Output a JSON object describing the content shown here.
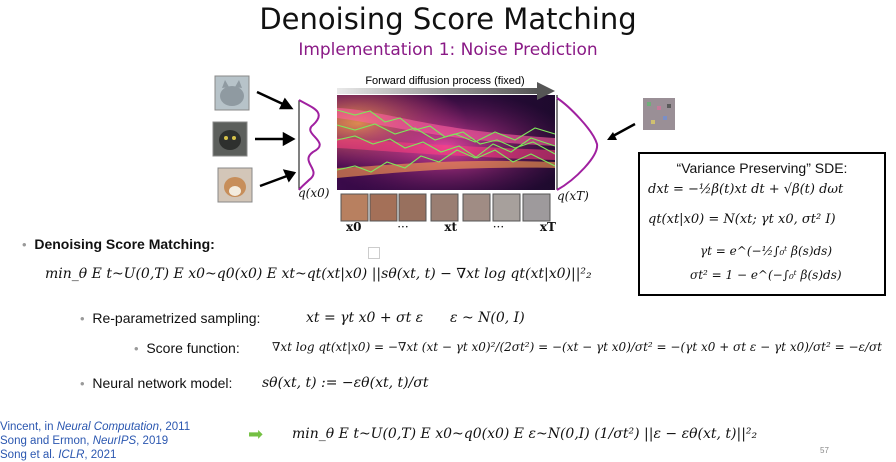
{
  "slide": {
    "title": "Denoising Score Matching",
    "subtitle": "Implementation 1: Noise Prediction",
    "page_number": "57"
  },
  "diagram": {
    "banner_label": "Forward diffusion process (fixed)",
    "q_x0": "q(x0)",
    "q_xT": "q(xT)",
    "strip_labels": [
      "x0",
      "···",
      "xt",
      "···",
      "xT"
    ]
  },
  "vp_box": {
    "heading": "“Variance Preserving” SDE:",
    "eq1": "dxt = −½β(t)xt dt + √β(t) dωt",
    "eq2": "qt(xt|x0) = N(xt; γt x0, σt² I)",
    "eq3": "γt = e^(−½∫₀ᵗ β(s)ds)",
    "eq4": "σt² = 1 − e^(−∫₀ᵗ β(s)ds)"
  },
  "main": {
    "dsm_heading": "Denoising Score Matching:",
    "dsm_equation": "min_θ E t~U(0,T) E x0~q0(x0) E xt~qt(xt|x0) ||sθ(xt, t) − ∇xt log qt(xt|x0)||²₂",
    "reparam_label": "Re-parametrized sampling:",
    "reparam_eq1": "xt = γt x0 + σt ε",
    "reparam_eq2": "ε ~ N(0, I)",
    "score_label": "Score function:",
    "score_eq": "∇xt log qt(xt|x0) = −∇xt (xt − γt x0)²/(2σt²) = −(xt − γt x0)/σt² = −(γt x0 + σt ε − γt x0)/σt² = −ε/σt",
    "nn_label": "Neural network model:",
    "nn_eq": "sθ(xt, t) := −εθ(xt, t)/σt",
    "final_eq": "min_θ E t~U(0,T) E x0~q0(x0) E ε~N(0,I) (1/σt²) ||ε − εθ(xt, t)||²₂"
  },
  "references": [
    {
      "authors": "Vincent, in ",
      "venue": "Neural Computation",
      "year": ", 2011"
    },
    {
      "authors": "Song and Ermon, ",
      "venue": "NeurIPS",
      "year": ", 2019"
    },
    {
      "authors": "Song et al. ",
      "venue": "ICLR",
      "year": ", 2021"
    }
  ],
  "colors": {
    "subtitle": "#8a1a86",
    "arrow_green": "#74c043",
    "reference_blue": "#2b57b0",
    "trajectory_green": "#7ee85a"
  }
}
